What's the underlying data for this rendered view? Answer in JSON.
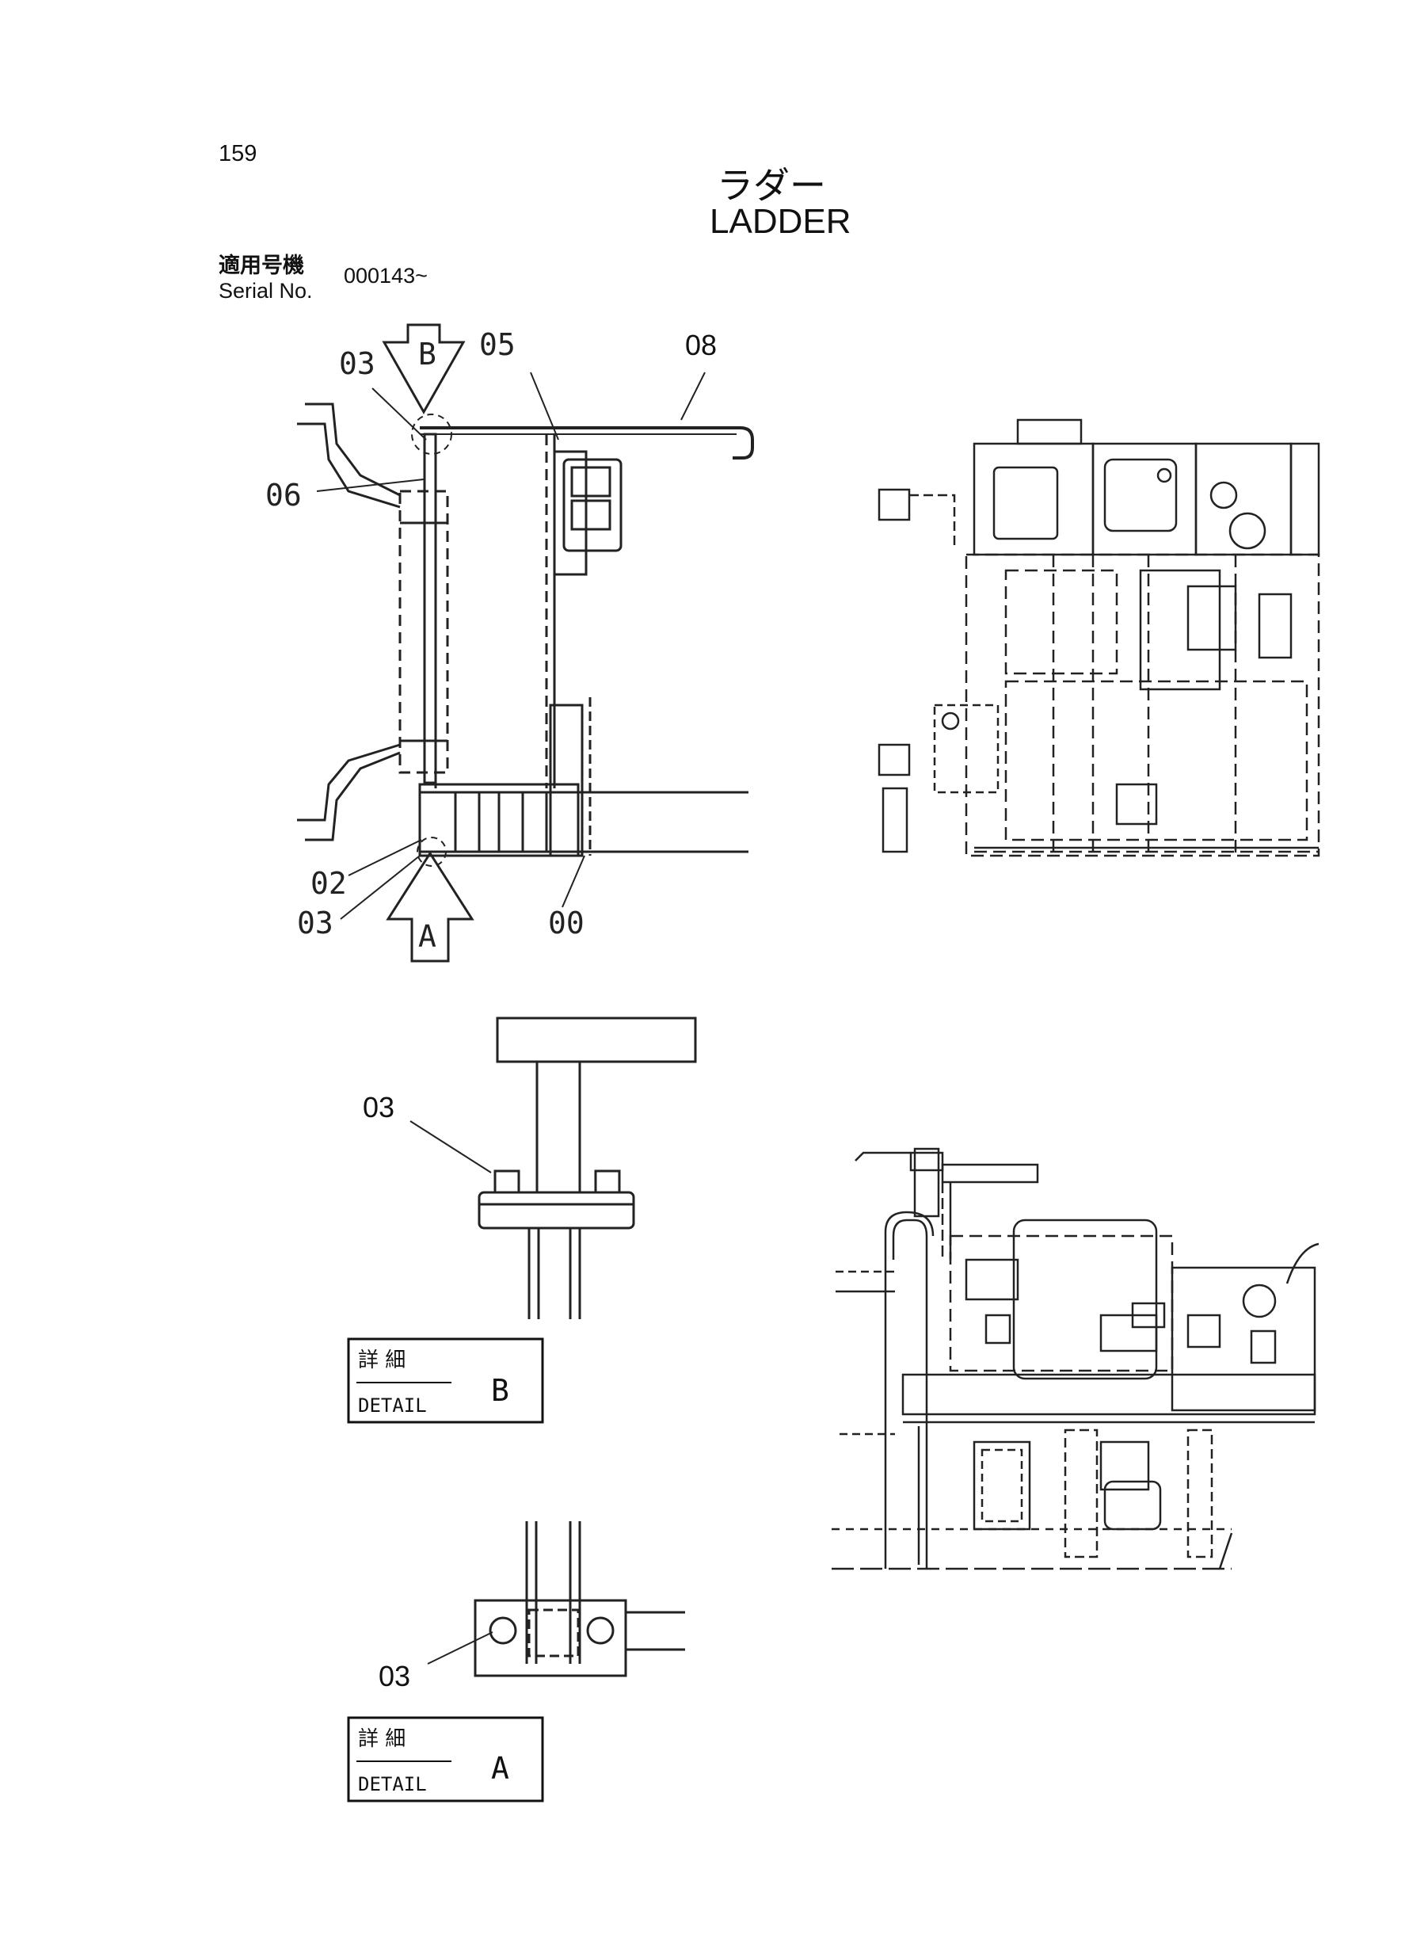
{
  "header": {
    "page_number": "159",
    "title_jp": "ラダー",
    "title_en": "LADDER",
    "serial_label_jp": "適用号機",
    "serial_label_en": "Serial No.",
    "serial_value": "000143~"
  },
  "main_view": {
    "arrow_top_letter": "B",
    "arrow_bottom_letter": "A",
    "callouts": [
      "03",
      "05",
      "08",
      "06",
      "02",
      "03",
      "00"
    ]
  },
  "detail_b": {
    "callout": "03",
    "box_jp": "詳  細",
    "box_en": "DETAIL",
    "box_letter": "B"
  },
  "detail_a": {
    "callout": "03",
    "box_jp": "詳  細",
    "box_en": "DETAIL",
    "box_letter": "A"
  },
  "legend_boxes": [
    "",
    ""
  ]
}
